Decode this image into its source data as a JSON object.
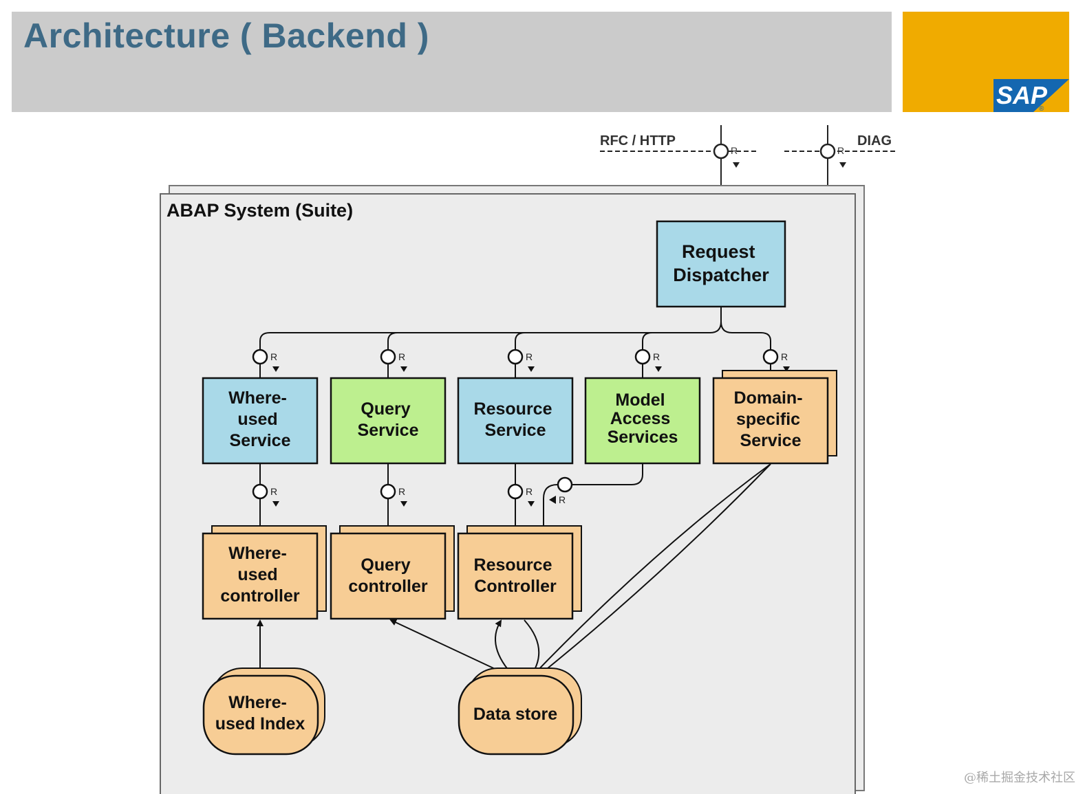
{
  "header": {
    "title": "Architecture ( Backend )",
    "logo_text": "SAP",
    "logo_mark": "®",
    "brand_color": "#f0ab00",
    "title_color": "#3e6a86",
    "title_bar_color": "#cbcbcb"
  },
  "diagram": {
    "external_interfaces": [
      {
        "label": "RFC / HTTP",
        "role": "R"
      },
      {
        "label": "DIAG",
        "role": "R"
      }
    ],
    "system_label": "ABAP System (Suite)",
    "dispatcher": [
      "Request",
      "Dispatcher"
    ],
    "services": [
      {
        "lines": [
          "Where-",
          "used",
          "Service"
        ],
        "role": "R"
      },
      {
        "lines": [
          "Query",
          "Service"
        ],
        "role": "R"
      },
      {
        "lines": [
          "Resource",
          "Service"
        ],
        "role": "R"
      },
      {
        "lines": [
          "Model",
          "Access",
          "Services"
        ],
        "role": "R"
      },
      {
        "lines": [
          "Domain-",
          "specific",
          "Service"
        ],
        "role": "R"
      }
    ],
    "service_to_controller_roles": [
      "R",
      "R",
      "R"
    ],
    "model_to_resource_role": "R",
    "controllers": [
      {
        "lines": [
          "Where-",
          "used",
          "controller"
        ]
      },
      {
        "lines": [
          "Query",
          "controller"
        ]
      },
      {
        "lines": [
          "Resource",
          "Controller"
        ]
      }
    ],
    "stores": [
      {
        "lines": [
          "Where-",
          "used Index"
        ]
      },
      {
        "lines": [
          "Data store"
        ]
      }
    ],
    "colors": {
      "blue": "#a9d9e8",
      "green": "#bdef8f",
      "orange": "#f7cd95",
      "system_bg": "#ececec"
    }
  },
  "footer": {
    "watermark": "@稀土掘金技术社区"
  }
}
